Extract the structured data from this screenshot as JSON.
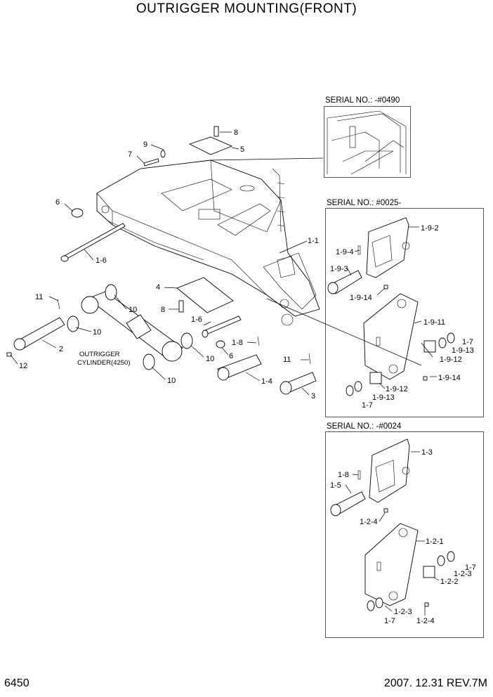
{
  "title": "OUTRIGGER MOUNTING(FRONT)",
  "footer": {
    "page_number": "6450",
    "revision": "2007. 12.31  REV.7M"
  },
  "insets": {
    "serial_0490": "SERIAL NO.: -#0490",
    "serial_0025": "SERIAL NO.: #0025-",
    "serial_0024": "SERIAL NO.: -#0024"
  },
  "callouts_main": {
    "c8a": "8",
    "c5": "5",
    "c9": "9",
    "c7": "7",
    "c6a": "6",
    "c11": "1-1",
    "c16a": "1-6",
    "c4": "4",
    "c8b": "8",
    "c10a": "10",
    "c11a": "11",
    "c10b": "10",
    "c2": "2",
    "c12": "12",
    "c16b": "1-6",
    "c18": "1-8",
    "c6b": "6",
    "c10c": "10",
    "c14": "1-4",
    "c11b": "11",
    "c3": "3",
    "c10d": "10",
    "cyl1": "OUTRIGGER",
    "cyl2": "CYLINDER(4250)"
  },
  "callouts_0025": {
    "a": "1-9-2",
    "b": "1-9-4",
    "c": "1-9-3",
    "d": "1-9-14",
    "e": "1-9-11",
    "f": "1-7",
    "g": "1-9-13",
    "h": "1-9-12",
    "i": "1-9-14",
    "j": "1-9-12",
    "k": "1-9-13",
    "l": "1-7"
  },
  "callouts_0024": {
    "a": "1-3",
    "b": "1-8",
    "c": "1-5",
    "d": "1-2-4",
    "e": "1-2-1",
    "f": "1-7",
    "g": "1-2-3",
    "h": "1-2-2",
    "i": "1-2-3",
    "j": "1-7",
    "k": "1-2-4"
  }
}
